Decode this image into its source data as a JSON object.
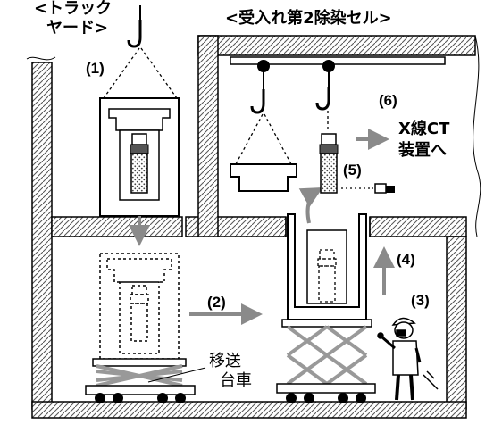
{
  "titles": {
    "track_yard_line1": "<トラック",
    "track_yard_line2": "ヤード>",
    "receiving_cell": "<受入れ第2除染セル>"
  },
  "steps": {
    "s1": "(1)",
    "s2": "(2)",
    "s3": "(3)",
    "s4": "(4)",
    "s5": "(5)",
    "s6": "(6)"
  },
  "notes": {
    "xray_line1": "X線CT",
    "xray_line2": "装置へ",
    "transfer_line1": "移送",
    "transfer_line2": "台車"
  }
}
